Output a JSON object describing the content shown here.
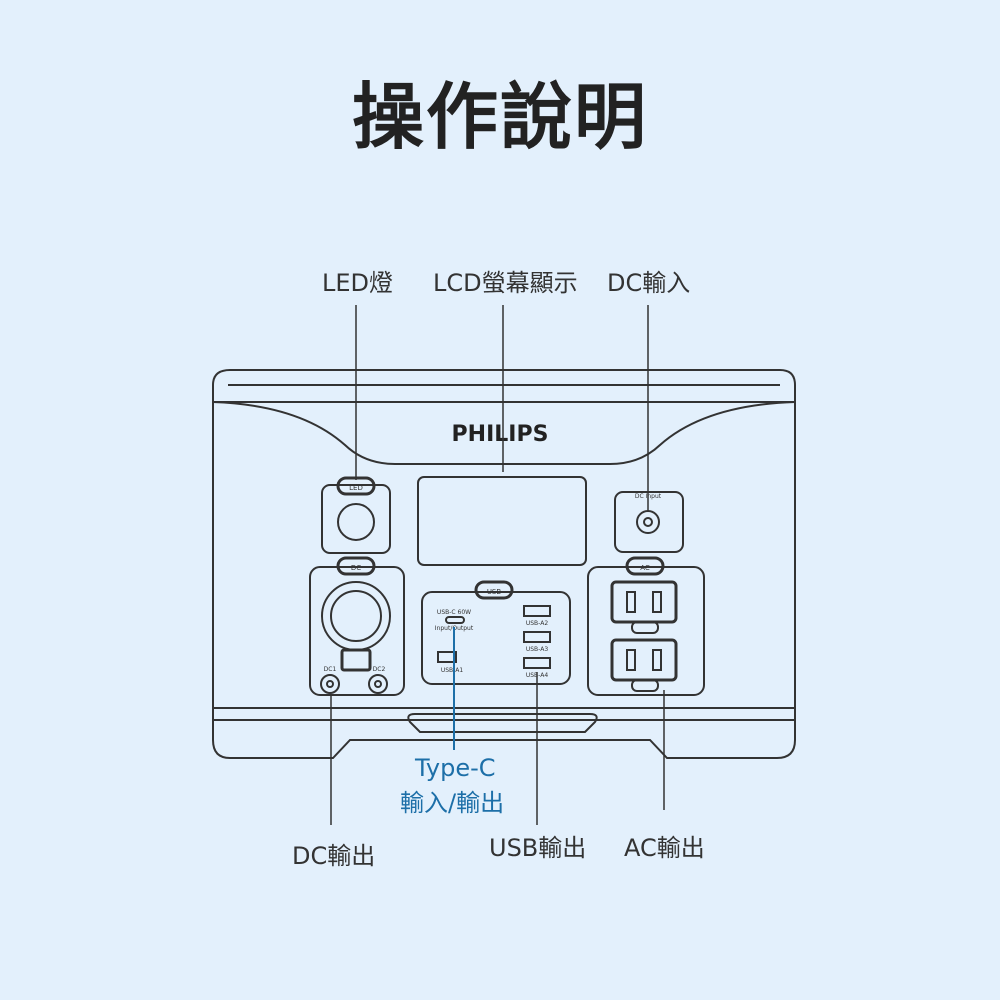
{
  "title": "操作說明",
  "labels": {
    "led": "LED燈",
    "lcd": "LCD螢幕顯示",
    "dc_input": "DC輸入",
    "type_c_line1": "Type-C",
    "type_c_line2": "輸入/輸出",
    "dc_output": "DC輸出",
    "usb_output": "USB輸出",
    "ac_output": "AC輸出"
  },
  "device": {
    "brand": "PHILIPS",
    "led_button": "LED",
    "dc_button": "DC",
    "usb_button": "USB",
    "ac_button": "AC",
    "dc_input_port": "DC Input",
    "dc1": "DC1",
    "dc2": "DC2",
    "usbc_line1": "USB-C 60W",
    "usbc_line2": "Input/Output",
    "usb_a1": "USB-A1",
    "usb_a2": "USB-A2",
    "usb_a3": "USB-A3",
    "usb_a4": "USB-A4"
  },
  "colors": {
    "background": "#e3f0fc",
    "outline": "#333333",
    "callout_blue": "#1d6fa8"
  }
}
